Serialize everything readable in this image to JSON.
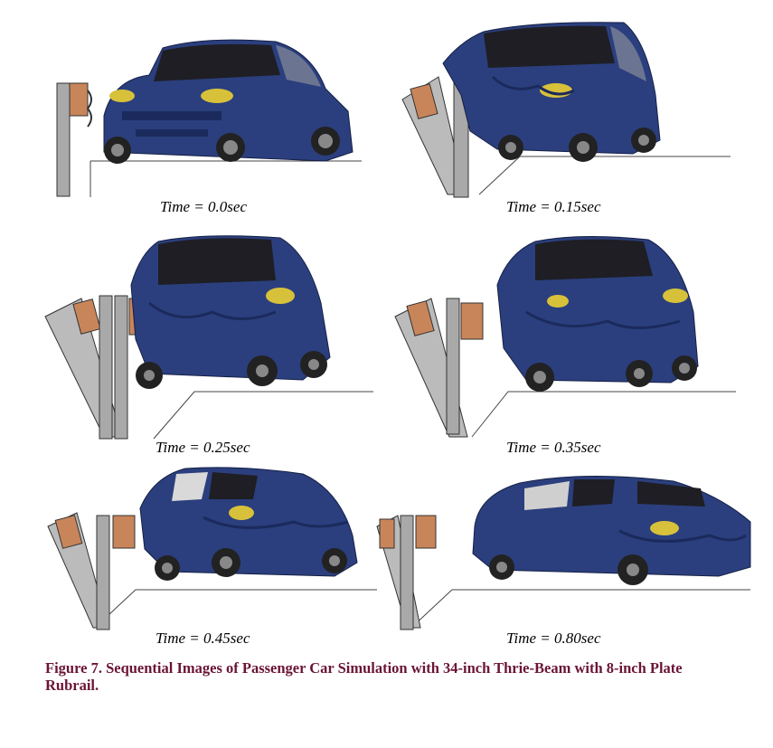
{
  "frames": [
    {
      "caption": "Time = 0.0sec"
    },
    {
      "caption": "Time = 0.15sec"
    },
    {
      "caption": "Time = 0.25sec"
    },
    {
      "caption": "Time = 0.35sec"
    },
    {
      "caption": "Time = 0.45sec"
    },
    {
      "caption": "Time = 0.80sec"
    }
  ],
  "figure_caption": "Figure 7. Sequential Images of Passenger Car Simulation with 34-inch Thrie-Beam with 8-inch Plate Rubrail.",
  "colors": {
    "car_body": "#2b3f7e",
    "car_dark": "#1b2a5c",
    "headlight": "#d8c13a",
    "blockout": "#c8855a",
    "post": "#a9a9a9",
    "caption_maroon": "#6b1436"
  }
}
